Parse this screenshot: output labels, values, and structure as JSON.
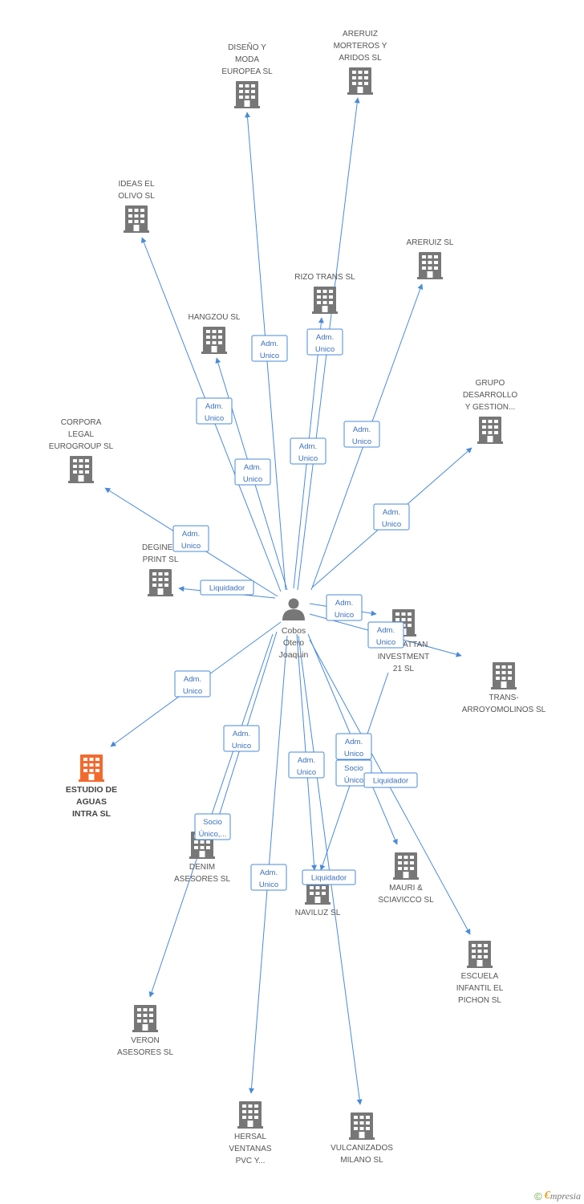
{
  "center": {
    "label": [
      "Cobos",
      "Otero",
      "Joaquin"
    ],
    "icon": "person-icon"
  },
  "colors": {
    "edge": "#4a8ad8",
    "company": "#777777",
    "highlight": "#f26a2e"
  },
  "companies": [
    {
      "id": "diseno",
      "label": [
        "DISEÑO Y",
        "MODA",
        "EUROPEA SL"
      ],
      "icon": "building-icon"
    },
    {
      "id": "areruiz_morteros",
      "label": [
        "ARERUIZ",
        "MORTEROS Y",
        "ARIDOS SL"
      ],
      "icon": "building-icon"
    },
    {
      "id": "ideas",
      "label": [
        "IDEAS EL",
        "OLIVO SL"
      ],
      "icon": "building-icon"
    },
    {
      "id": "areruiz",
      "label": [
        "ARERUIZ SL"
      ],
      "icon": "building-icon"
    },
    {
      "id": "rizo",
      "label": [
        "RIZO TRANS SL"
      ],
      "icon": "building-icon"
    },
    {
      "id": "hangzou",
      "label": [
        "HANGZOU SL"
      ],
      "icon": "building-icon"
    },
    {
      "id": "grupo",
      "label": [
        "GRUPO",
        "DESARROLLO",
        "Y GESTION..."
      ],
      "icon": "building-icon"
    },
    {
      "id": "corpora",
      "label": [
        "CORPORA",
        "LEGAL",
        "EUROGROUP SL"
      ],
      "icon": "building-icon"
    },
    {
      "id": "degineo",
      "label": [
        "DEGINEO",
        "PRINT SL"
      ],
      "icon": "building-icon"
    },
    {
      "id": "manhattan",
      "label": [
        "MANHATTAN",
        "INVESTMENT",
        "21 SL"
      ],
      "icon": "building-icon"
    },
    {
      "id": "trans",
      "label": [
        "TRANS-",
        "ARROYOMOLINOS SL"
      ],
      "icon": "building-icon"
    },
    {
      "id": "estudio",
      "label": [
        "ESTUDIO DE",
        "AGUAS",
        "INTRA SL"
      ],
      "icon": "building-icon",
      "highlight": true
    },
    {
      "id": "denim",
      "label": [
        "DENIM",
        "ASESORES SL"
      ],
      "icon": "building-icon"
    },
    {
      "id": "mauri",
      "label": [
        "MAURI &",
        "SCIAVICCO SL"
      ],
      "icon": "building-icon"
    },
    {
      "id": "naviluz",
      "label": [
        "NAVILUZ SL"
      ],
      "icon": "building-icon"
    },
    {
      "id": "escuela",
      "label": [
        "ESCUELA",
        "INFANTIL EL",
        "PICHON SL"
      ],
      "icon": "building-icon"
    },
    {
      "id": "veron",
      "label": [
        "VERON",
        "ASESORES SL"
      ],
      "icon": "building-icon"
    },
    {
      "id": "hersal",
      "label": [
        "HERSAL",
        "VENTANAS",
        "PVC Y..."
      ],
      "icon": "building-icon"
    },
    {
      "id": "vulcanizados",
      "label": [
        "VULCANIZADOS",
        "MILANO SL"
      ],
      "icon": "building-icon"
    }
  ],
  "relations": [
    {
      "to": "diseno",
      "label": [
        "Adm.",
        "Unico"
      ]
    },
    {
      "to": "areruiz_morteros",
      "label": [
        "Adm.",
        "Unico"
      ]
    },
    {
      "to": "ideas",
      "label": [
        "Adm.",
        "Unico"
      ]
    },
    {
      "to": "areruiz",
      "label": [
        "Adm.",
        "Unico"
      ]
    },
    {
      "to": "rizo",
      "label": [
        "Adm.",
        "Unico"
      ]
    },
    {
      "to": "hangzou",
      "label": [
        "Adm.",
        "Unico"
      ]
    },
    {
      "to": "grupo",
      "label": [
        "Adm.",
        "Unico"
      ]
    },
    {
      "to": "corpora",
      "label": [
        "Adm.",
        "Unico"
      ]
    },
    {
      "to": "degineo",
      "label": [
        "Liquidador"
      ]
    },
    {
      "to": "manhattan",
      "label": [
        "Adm.",
        "Unico"
      ]
    },
    {
      "to": "trans",
      "label": [
        "Adm.",
        "Unico"
      ]
    },
    {
      "to": "estudio",
      "label": [
        "Adm.",
        "Unico"
      ]
    },
    {
      "to": "denim",
      "label": [
        "Adm.",
        "Unico"
      ]
    },
    {
      "to": "veron",
      "label": [
        "Socio",
        "Único,..."
      ]
    },
    {
      "to": "naviluz",
      "label": [
        "Adm.",
        "Unico"
      ]
    },
    {
      "to": "mauri",
      "label": [
        "Adm.",
        "Unico"
      ]
    },
    {
      "to": "naviluz",
      "label": [
        "Socio",
        "Único"
      ]
    },
    {
      "to": "escuela",
      "label": [
        "Liquidador"
      ]
    },
    {
      "to": "naviluz",
      "label": [
        "Liquidador"
      ]
    },
    {
      "to": "hersal",
      "label": [
        "Adm.",
        "Unico"
      ]
    },
    {
      "to": "vulcanizados",
      "label": []
    }
  ],
  "footer": {
    "copyright": "©",
    "brand_initial": "€",
    "brand_rest": "mpresia"
  }
}
